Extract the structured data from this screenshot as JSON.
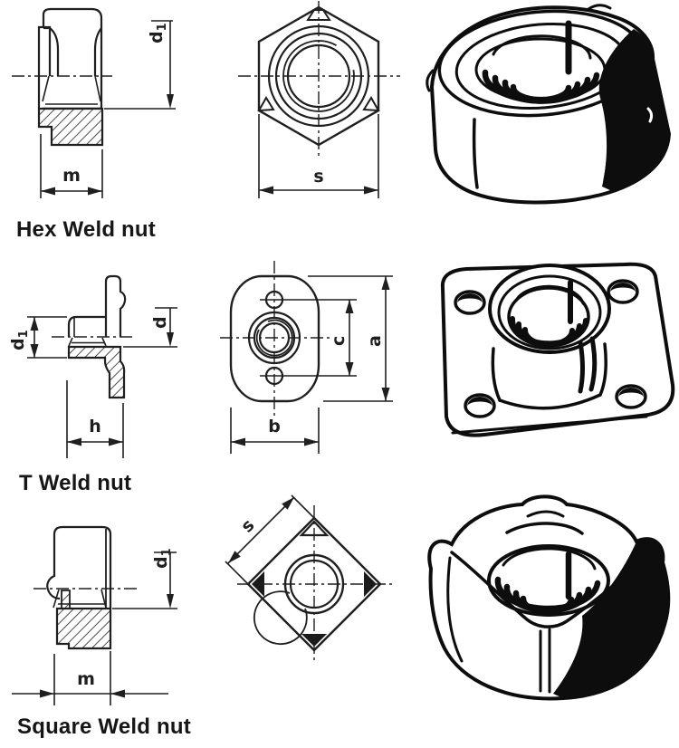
{
  "page": {
    "background": "#ffffff",
    "line_color": "#1f1f1f",
    "heavy_line_color": "#0d0d0d"
  },
  "rows": [
    {
      "caption": "Hex Weld nut",
      "labels": {
        "pilot_dia_main": "d",
        "pilot_dia_sub": "1",
        "thickness": "m",
        "across_flats": "s"
      }
    },
    {
      "caption": "T Weld nut",
      "labels": {
        "boss_dia_main": "d",
        "boss_dia_sub": "1",
        "thread_dia": "d",
        "boss_height": "h",
        "hole_spacing": "c",
        "flange_length": "a",
        "flange_width": "b"
      }
    },
    {
      "caption": "Square Weld nut",
      "labels": {
        "pilot_dia_main": "d",
        "pilot_dia_sub": "1",
        "thickness": "m",
        "across_flats": "s"
      }
    }
  ]
}
